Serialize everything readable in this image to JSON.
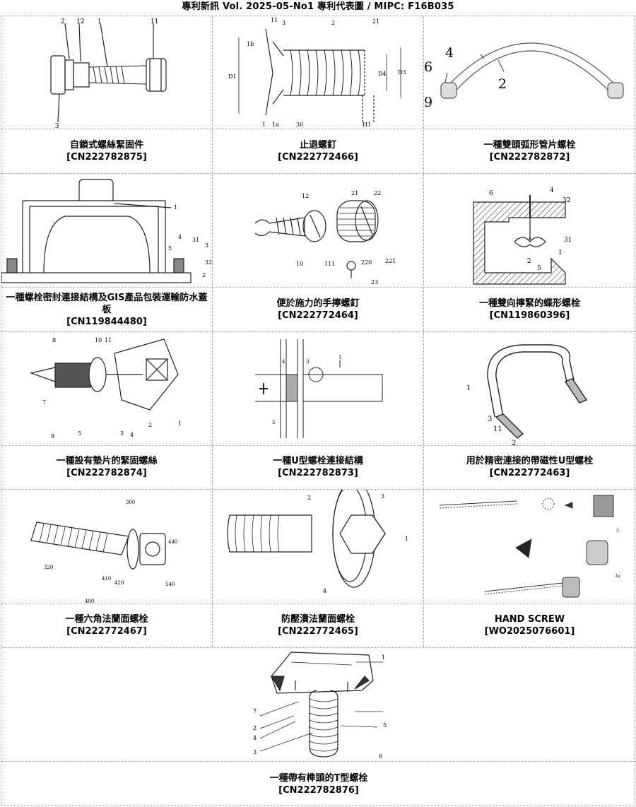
{
  "header": {
    "title": "專利新訊  Vol. 2025-05-No1  專利代表圖  /  MIPC:  F16B035"
  },
  "patents": [
    {
      "title": "自鎖式螺絲緊固件",
      "number": "[CN222782875]",
      "labels": [
        "2",
        "12",
        "1",
        "11",
        "3"
      ]
    },
    {
      "title": "止退螺釘",
      "number": "[CN222772466]",
      "labels": [
        "11",
        "3",
        "2",
        "21",
        "1b",
        "D1",
        "D4",
        "D3",
        "1",
        "1a",
        "30",
        "H1"
      ]
    },
    {
      "title": "一種雙頭弧形管片螺栓",
      "number": "[CN222782872]",
      "labels": [
        "4",
        "6",
        "2",
        "9"
      ]
    },
    {
      "title": "一種螺栓密封連接結構及GIS產品包裝運輸防水蓋板",
      "number": "[CN119844480]",
      "labels": [
        "1",
        "4",
        "31",
        "5",
        "3",
        "32",
        "2"
      ]
    },
    {
      "title": "便於施力的手擰螺釘",
      "number": "[CN222772464]",
      "labels": [
        "12",
        "21",
        "22",
        "10",
        "111",
        "220",
        "221",
        "23"
      ]
    },
    {
      "title": "一種雙向擰緊的蝶形螺栓",
      "number": "[CN119860396]",
      "labels": [
        "6",
        "4",
        "32",
        "31",
        "2",
        "1",
        "5"
      ]
    },
    {
      "title": "一種設有墊片的緊固螺絲",
      "number": "[CN222782874]",
      "labels": [
        "8",
        "10",
        "11",
        "7",
        "9",
        "5",
        "3",
        "4",
        "2",
        "1"
      ]
    },
    {
      "title": "一種U型螺栓連接結構",
      "number": "[CN222782873]",
      "labels": [
        "4",
        "3",
        "1",
        "5"
      ]
    },
    {
      "title": "用於精密連接的帶磁性U型螺栓",
      "number": "[CN222772463]",
      "labels": [
        "1",
        "3",
        "11",
        "2"
      ]
    },
    {
      "title": "一種六角法蘭面螺栓",
      "number": "[CN222772467]",
      "labels": [
        "300",
        "320",
        "410",
        "420",
        "440",
        "400",
        "540"
      ]
    },
    {
      "title": "防壓潰法蘭面螺栓",
      "number": "[CN222772465]",
      "labels": [
        "2",
        "3",
        "1",
        "4"
      ]
    },
    {
      "title": "HAND SCREW",
      "number": "[WO2025076601]",
      "labels": [
        "3",
        "3a"
      ]
    },
    {
      "title": "一種帶有榫頭的T型螺栓",
      "number": "[CN222782876]",
      "labels": [
        "1",
        "7",
        "2",
        "4",
        "3",
        "5",
        "6"
      ]
    }
  ]
}
